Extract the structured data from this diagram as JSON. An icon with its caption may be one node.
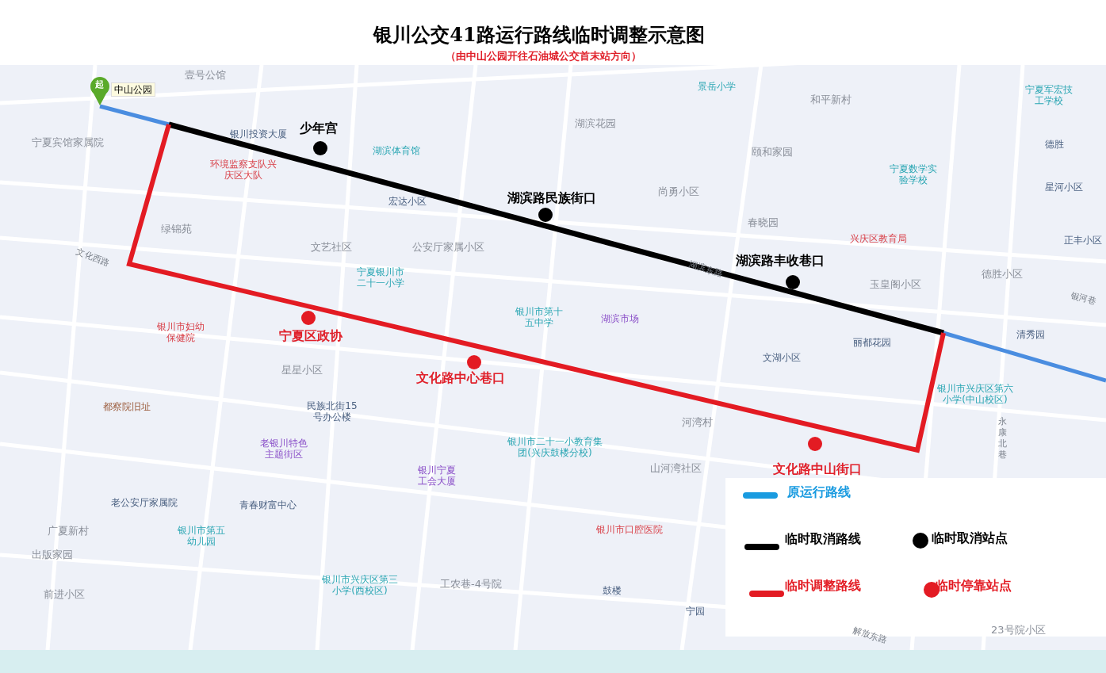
{
  "diagram": {
    "title": "银川公交41路运行路线临时调整示意图",
    "caption": "（由中山公园开往石油城公交首末站方向）",
    "labels": [
      "起",
      "中山公园",
      "壹号公馆",
      "宁夏宾馆家属院",
      "银川投资大厦",
      "湖滨体育馆",
      "环境监察支队兴庆区大队",
      "宏达小区",
      "绿锦苑",
      "文艺社区",
      "公安厅家属小区",
      "文化西路",
      "宁夏银川市二十一小学",
      "银川市第十五中学",
      "湖滨市场",
      "湖滨花园",
      "尚勇小区",
      "景岳小学",
      "和平新村",
      "颐和家园",
      "春晓园",
      "宁夏数学实验学校",
      "兴庆区教育局",
      "宁夏军宏技工学校",
      "德胜",
      "星河小区",
      "正丰小区",
      "德胜小区",
      "玉皇阁小区",
      "湖滨东路",
      "银河巷",
      "清秀园",
      "丽都花园",
      "文湖小区",
      "银川市妇幼保健院",
      "银川市兴庆区第六小学(中山校区)",
      "星星小区",
      "民族北街15号办公楼",
      "老银川特色主题街区",
      "都察院旧址",
      "河湾村",
      "山河湾社区",
      "银川市二十一小教育集团(兴庆鼓楼分校)",
      "银川宁夏工会大厦",
      "老公安厅家属院",
      "青春财富中心",
      "银川市第五幼儿园",
      "广夏新村",
      "出版家园",
      "银川市口腔医院",
      "鼓楼",
      "宁园",
      "工农巷-4号院",
      "前进小区",
      "银川市兴庆区第三小学(西校区)",
      "解放东路",
      "23号院小区",
      "永康北巷",
      "少年宫",
      "湖滨路民族街口",
      "湖滨路丰收巷口",
      "宁夏区政协",
      "文化路中心巷口",
      "文化路中山街口"
    ],
    "legend": [
      {
        "text": "原运行路线",
        "color": "#1a9be0"
      },
      {
        "text": "临时取消路线",
        "color": "#000000"
      },
      {
        "text": "临时取消站点",
        "color": "#000000"
      },
      {
        "text": "临时调整路线",
        "color": "#e31b23"
      },
      {
        "text": "临时停靠站点",
        "color": "#e31b23"
      }
    ]
  }
}
